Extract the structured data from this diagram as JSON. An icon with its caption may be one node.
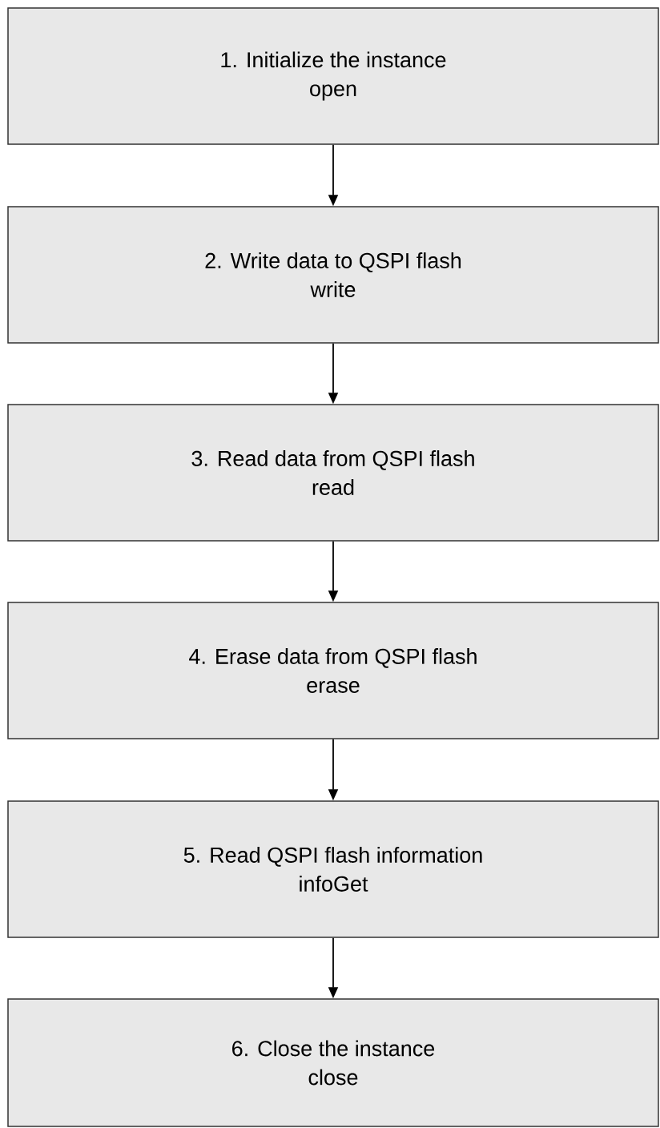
{
  "diagram": {
    "nodes": [
      {
        "text": [
          "1. Initialize the instance",
          "open"
        ]
      },
      {
        "text": [
          "2. Write data to QSPI flash",
          "write"
        ]
      },
      {
        "text": [
          "3. Read data from QSPI flash",
          "read"
        ]
      },
      {
        "text": [
          "4. Erase data from QSPI flash",
          "erase"
        ]
      },
      {
        "text": [
          "5. Read QSPI flash information",
          "infoGet"
        ]
      },
      {
        "text": [
          "6. Close the instance",
          "close"
        ]
      }
    ],
    "edges": [
      {
        "from": 0,
        "to": 1,
        "arrow": "to"
      },
      {
        "from": 1,
        "to": 2,
        "arrow": "to"
      },
      {
        "from": 2,
        "to": 3,
        "arrow": "to"
      },
      {
        "from": 3,
        "to": 4,
        "arrow": "to"
      },
      {
        "from": 4,
        "to": 5,
        "arrow": "to"
      }
    ]
  }
}
